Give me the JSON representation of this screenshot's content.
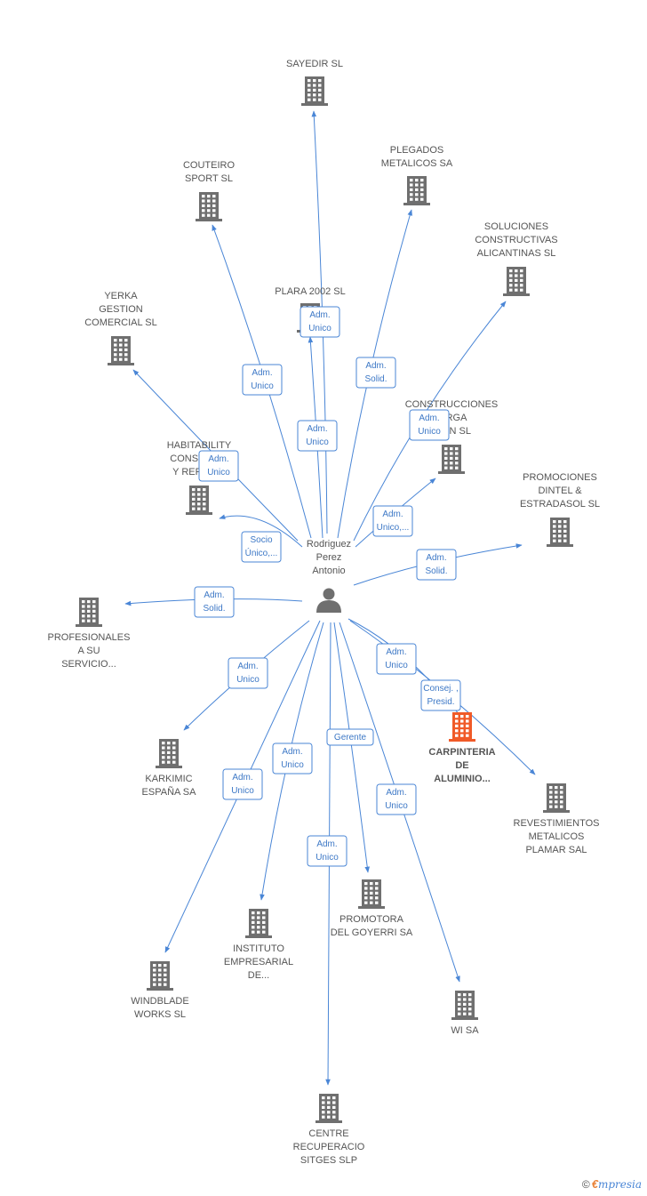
{
  "colors": {
    "edge": "#4a86d6",
    "building": "#6f6f6f",
    "building_highlight": "#f05a28",
    "person": "#6f6f6f",
    "text": "#555555"
  },
  "center": {
    "label": [
      "Rodriguez",
      "Perez",
      "Antonio"
    ],
    "icon": "person-icon"
  },
  "companies": [
    {
      "id": "sayedir",
      "label": [
        "SAYEDIR  SL"
      ]
    },
    {
      "id": "plegados",
      "label": [
        "PLEGADOS",
        "METALICOS SA"
      ]
    },
    {
      "id": "couteiro",
      "label": [
        "COUTEIRO",
        "SPORT  SL"
      ]
    },
    {
      "id": "soluciones",
      "label": [
        "SOLUCIONES",
        "CONSTRUCTIVAS",
        "ALICANTINAS SL"
      ]
    },
    {
      "id": "yerka",
      "label": [
        "YERKA",
        "GESTION",
        "COMERCIAL  SL"
      ]
    },
    {
      "id": "plara",
      "label": [
        "PLARA 2002  SL"
      ]
    },
    {
      "id": "construcciones",
      "label": [
        "CONSTRUCCIONES",
        "…RGA",
        "…ON SL"
      ]
    },
    {
      "id": "habitability",
      "label": [
        "HABITABILITY",
        "CONSTRU…",
        "Y REFOR…"
      ]
    },
    {
      "id": "promociones",
      "label": [
        "PROMOCIONES",
        "DINTEL &",
        "ESTRADASOL SL"
      ]
    },
    {
      "id": "profesionales",
      "label": [
        "PROFESIONALES",
        "A SU",
        "SERVICIO..."
      ]
    },
    {
      "id": "carpinteria",
      "label": [
        "CARPINTERIA",
        "DE",
        "ALUMINIO..."
      ],
      "highlight": true
    },
    {
      "id": "karkimic",
      "label": [
        "KARKIMIC",
        "ESPAÑA SA"
      ]
    },
    {
      "id": "revestimientos",
      "label": [
        "REVESTIMIENTOS",
        "METALICOS",
        "PLAMAR SAL"
      ]
    },
    {
      "id": "promotora",
      "label": [
        "PROMOTORA",
        "DEL GOYERRI SA"
      ]
    },
    {
      "id": "instituto",
      "label": [
        "INSTITUTO",
        "EMPRESARIAL",
        "DE..."
      ]
    },
    {
      "id": "windblade",
      "label": [
        "WINDBLADE",
        "WORKS SL"
      ]
    },
    {
      "id": "wi",
      "label": [
        "WI SA"
      ]
    },
    {
      "id": "centre",
      "label": [
        "CENTRE",
        "RECUPERACIO",
        "SITGES SLP"
      ]
    }
  ],
  "relations": [
    {
      "to": "sayedir",
      "badge": [
        "Adm.",
        "Unico"
      ]
    },
    {
      "to": "plara",
      "badge": [
        "Adm.",
        "Unico"
      ]
    },
    {
      "to": "plegados",
      "badge": [
        "Adm.",
        "Solid."
      ]
    },
    {
      "to": "couteiro",
      "badge": [
        "Adm.",
        "Unico"
      ]
    },
    {
      "to": "soluciones",
      "badge": [
        "Adm.",
        "Unico"
      ]
    },
    {
      "to": "construcciones",
      "badge": [
        "Adm.",
        "Unico,..."
      ]
    },
    {
      "to": "yerka",
      "badge": [
        "Adm.",
        "Unico"
      ]
    },
    {
      "to": "habitability",
      "badge": [
        "Socio",
        "Único,..."
      ]
    },
    {
      "to": "promociones",
      "badge": [
        "Adm.",
        "Solid."
      ]
    },
    {
      "to": "profesionales",
      "badge": [
        "Adm.",
        "Solid."
      ]
    },
    {
      "to": "karkimic",
      "badge": [
        "Adm.",
        "Unico"
      ]
    },
    {
      "to": "carpinteria",
      "badge": [
        "Adm.",
        "Unico"
      ]
    },
    {
      "to": "revestimientos",
      "badge": [
        "Consej. ,",
        "Presid."
      ]
    },
    {
      "to": "windblade",
      "badge": [
        "Adm.",
        "Unico"
      ]
    },
    {
      "to": "instituto",
      "badge": [
        "Adm.",
        "Unico"
      ]
    },
    {
      "to": "promotora",
      "badge": [
        "Gerente"
      ]
    },
    {
      "to": "centre",
      "badge": [
        "Adm.",
        "Unico"
      ]
    },
    {
      "to": "wi",
      "badge": [
        "Adm.",
        "Unico"
      ]
    }
  ],
  "brand": {
    "copyright": "©",
    "e": "€",
    "rest": "mpresia"
  }
}
